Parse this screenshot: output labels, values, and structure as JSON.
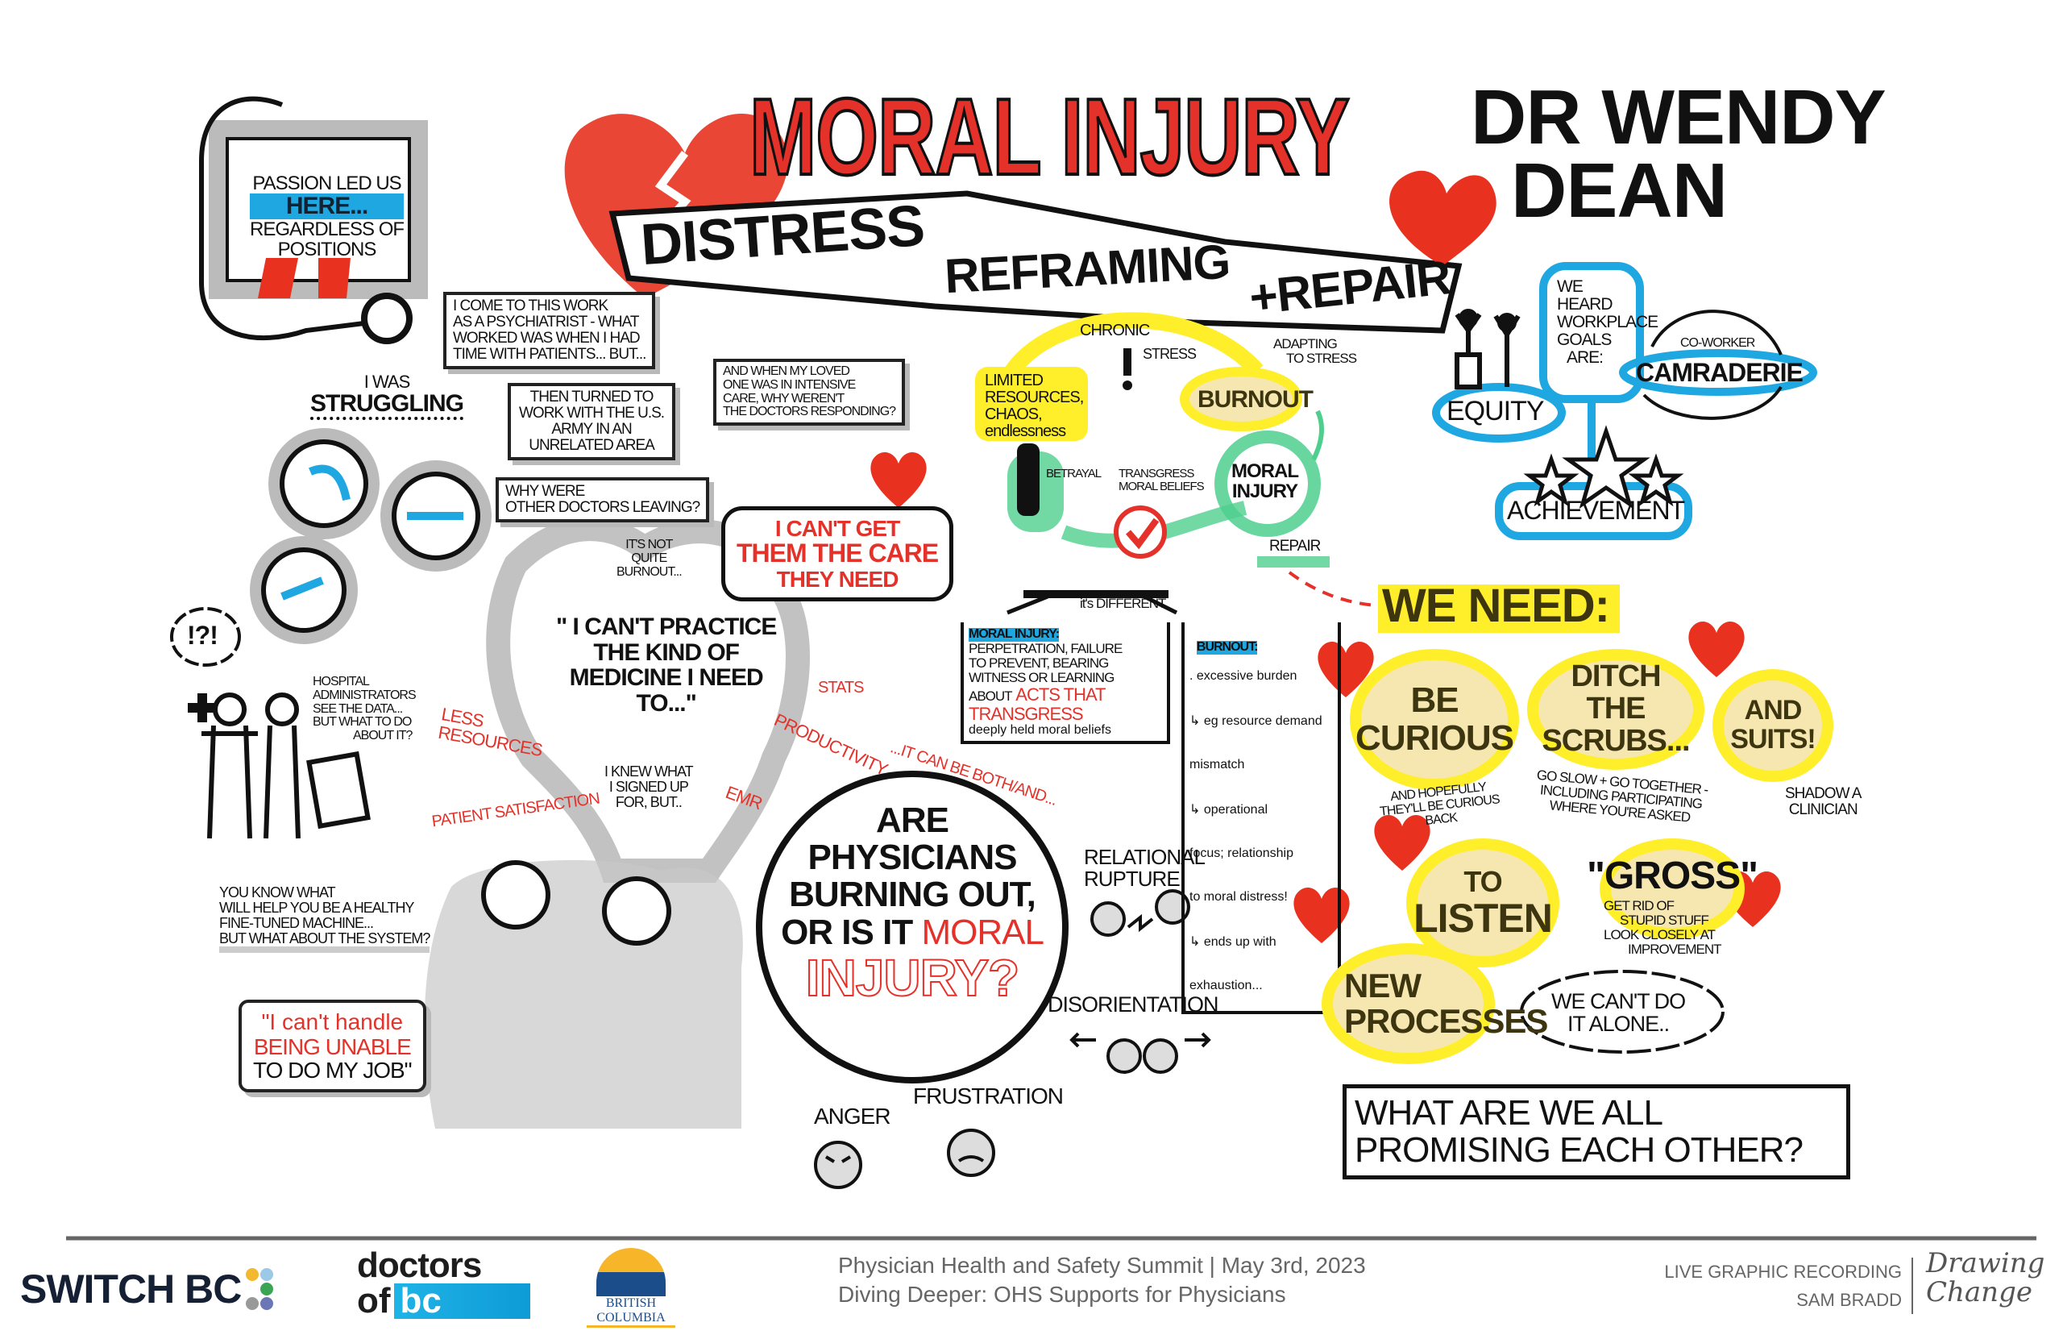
{
  "title": {
    "main": "MORAL INJURY",
    "speaker_line1": "DR WENDY",
    "speaker_line2": "DEAN",
    "banner": [
      "DISTRESS",
      "REFRAMING",
      "+REPAIR"
    ]
  },
  "left": {
    "passion": [
      "PASSION LED US",
      "HERE...",
      "REGARDLESS OF",
      "POSITIONS"
    ],
    "come_to_work": [
      "I COME TO THIS WORK",
      "AS A PSYCHIATRIST - WHAT",
      "WORKED WAS WHEN I HAD",
      "TIME WITH PATIENTS... BUT..."
    ],
    "struggling": [
      "I WAS",
      "STRUGGLING"
    ],
    "turned_to": [
      "THEN TURNED TO",
      "WORK WITH THE U.S.",
      "ARMY IN AN",
      "UNRELATED AREA"
    ],
    "loved_one": [
      "AND WHEN MY LOVED",
      "ONE WAS IN INTENSIVE",
      "CARE, WHY WEREN'T",
      "THE DOCTORS RESPONDING?"
    ],
    "why_leaving": [
      "WHY WERE",
      "OTHER DOCTORS LEAVING?"
    ],
    "cant_get_care": [
      "I CAN'T GET",
      "THEM THE CARE",
      "THEY NEED"
    ],
    "not_quite": [
      "IT'S NOT",
      "QUITE",
      "BURNOUT..."
    ],
    "cant_practice": [
      "\" I CAN'T PRACTICE",
      "THE KIND OF",
      "MEDICINE I NEED",
      "TO...\""
    ],
    "thought": "!?!",
    "admins": [
      "HOSPITAL",
      "ADMINISTRATORS",
      "SEE THE DATA...",
      "BUT WHAT TO DO",
      "ABOUT IT?"
    ],
    "less_resources": [
      "LESS",
      "RESOURCES"
    ],
    "patient_satisfaction": "PATIENT SATISFACTION",
    "stats": "STATS",
    "productivity": "PRODUCTIVITY",
    "emr": "EMR",
    "it_can_be": "...IT CAN BE BOTH/AND...",
    "knew_what": [
      "I KNEW WHAT",
      "I SIGNED UP",
      "FOR, BUT.."
    ],
    "healthy_machine": [
      "YOU KNOW WHAT",
      "WILL HELP YOU BE A HEALTHY",
      "FINE-TUNED MACHINE...",
      "BUT WHAT ABOUT THE SYSTEM?"
    ],
    "cant_handle": [
      "\"I can't handle",
      "BEING UNABLE",
      "TO DO MY JOB\""
    ]
  },
  "center": {
    "question": [
      "ARE",
      "PHYSICIANS",
      "BURNING OUT,",
      "OR IS IT"
    ],
    "question_red1": "MORAL",
    "question_red2": "INJURY?",
    "relational": [
      "RELATIONAL",
      "RUPTURE"
    ],
    "disorientation": "DISORIENTATION",
    "frustration": "FRUSTRATION",
    "anger": "ANGER"
  },
  "cycle": {
    "chronic": "CHRONIC",
    "stress": "STRESS",
    "limited": [
      "LIMITED",
      "RESOURCES,",
      "CHAOS,",
      "endlessness"
    ],
    "burnout": "BURNOUT",
    "adapting": [
      "ADAPTING",
      "TO STRESS"
    ],
    "betrayal": "BETRAYAL",
    "transgress": [
      "TRANSGRESS",
      "MORAL BELIEFS"
    ],
    "moral_injury": [
      "MORAL",
      "INJURY"
    ],
    "repair": "REPAIR",
    "different": "it's DIFFERENT"
  },
  "compare": {
    "moral_label": "MORAL INJURY:",
    "moral_text": [
      "PERPETRATION, FAILURE",
      "TO PREVENT, BEARING",
      "WITNESS OR LEARNING",
      "ABOUT"
    ],
    "moral_red": [
      "ACTS THAT",
      "TRANSGRESS"
    ],
    "moral_tail": "deeply held moral beliefs",
    "burnout_label": "BURNOUT:",
    "burnout_text": [
      ". excessive burden",
      "↳ eg resource demand",
      "   mismatch",
      "↳ operational",
      "   focus; relationship",
      "   to moral distress!",
      "↳ ends up with",
      "   exhaustion..."
    ]
  },
  "goals": {
    "heard": [
      "WE",
      "HEARD",
      "WORKPLACE",
      "GOALS",
      "ARE:"
    ],
    "equity": "EQUITY",
    "coworker": "CO-WORKER",
    "camraderie": "CAMRADERIE",
    "achievement": "ACHIEVEMENT"
  },
  "needs": {
    "heading": "WE NEED:",
    "curious": [
      "BE",
      "CURIOUS"
    ],
    "curious_note": [
      "AND HOPEFULLY",
      "THEY'LL BE CURIOUS",
      "BACK"
    ],
    "scrubs": [
      "DITCH THE",
      "SCRUBS..."
    ],
    "scrubs_note": [
      "GO SLOW + GO TOGETHER -",
      "INCLUDING PARTICIPATING",
      "WHERE YOU'RE ASKED"
    ],
    "suits": [
      "AND",
      "SUITS!"
    ],
    "suits_note": [
      "SHADOW A",
      "CLINICIAN"
    ],
    "listen": [
      "TO",
      "LISTEN"
    ],
    "gross": "\"GROSS\"",
    "gross_note": [
      "GET RID OF",
      "STUPID STUFF",
      "LOOK CLOSELY AT",
      "IMPROVEMENT"
    ],
    "new_processes": [
      "NEW",
      "PROCESSES"
    ],
    "alone": [
      "WE CAN'T DO",
      "IT ALONE.."
    ],
    "promise": [
      "WHAT ARE WE ALL",
      "PROMISING EACH OTHER?"
    ]
  },
  "footer": {
    "switch_bc": "SWITCH BC",
    "doctors": "doctors",
    "of": "of",
    "bc": "bc",
    "bc_gov": [
      "BRITISH",
      "COLUMBIA"
    ],
    "event": "Physician Health and Safety Summit | May 3rd, 2023",
    "session": "Diving Deeper: OHS Supports for Physicians",
    "recording": "LIVE GRAPHIC RECORDING",
    "artist": "SAM BRADD",
    "studio": [
      "Drawing",
      "Change"
    ]
  },
  "colors": {
    "red": "#e4322b",
    "yellow": "#ffee2a",
    "blue": "#1ea7e1",
    "green": "#4fcf8e",
    "grey": "#b9b9b9"
  }
}
